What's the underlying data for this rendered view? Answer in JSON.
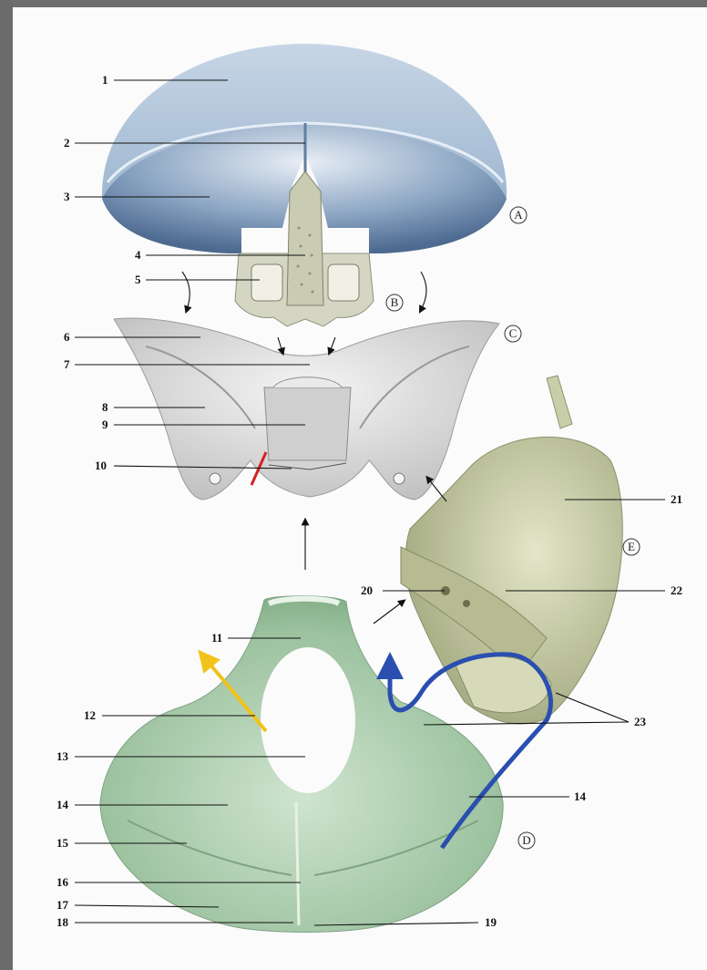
{
  "figure": {
    "bones": {
      "A": "A",
      "B": "B",
      "C": "C",
      "D": "D",
      "E": "E"
    },
    "labels": [
      "1",
      "2",
      "3",
      "4",
      "5",
      "6",
      "7",
      "8",
      "9",
      "10",
      "11",
      "12",
      "13",
      "14",
      "15",
      "16",
      "17",
      "18",
      "19",
      "20",
      "21",
      "22",
      "23",
      "14"
    ],
    "colors": {
      "frontal": "#a9bfd6",
      "ethmoid": "#d6d7c6",
      "sphenoid": "#dedede",
      "occipital": "#a9c9ad",
      "temporal": "#c4c9a4",
      "arrow_blue": "#2a4fb0",
      "arrow_yellow": "#f1c21a",
      "arrow_red": "#d42020",
      "page": "#fbfbfb"
    }
  }
}
